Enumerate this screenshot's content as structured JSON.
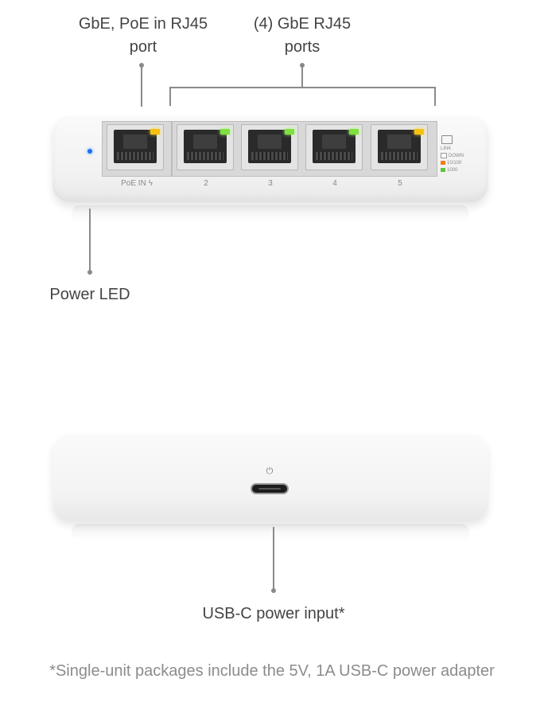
{
  "callouts": {
    "poe_port": [
      "GbE, PoE in RJ45",
      "port"
    ],
    "gbe_ports": [
      "(4) GbE RJ45",
      "ports"
    ],
    "power_led": "Power LED",
    "usbc_input": "USB-C power input*"
  },
  "ports": [
    {
      "label": "PoE IN ϟ",
      "led": "yellow"
    },
    {
      "label": "2",
      "led": "green"
    },
    {
      "label": "3",
      "led": "green"
    },
    {
      "label": "4",
      "led": "green"
    },
    {
      "label": "5",
      "led": "yellow"
    }
  ],
  "legend": {
    "title": "LINK",
    "items": [
      {
        "label": "DOWN",
        "color": "#ffffff"
      },
      {
        "label": "10/100",
        "color": "#f07f1a"
      },
      {
        "label": "1000",
        "color": "#5fc43a"
      }
    ]
  },
  "power_symbol": "⏻",
  "footnote": "*Single-unit packages include the 5V, 1A USB-C power adapter",
  "colors": {
    "power_led": "#1e6ff0",
    "callout_line": "#8a8a8a"
  }
}
